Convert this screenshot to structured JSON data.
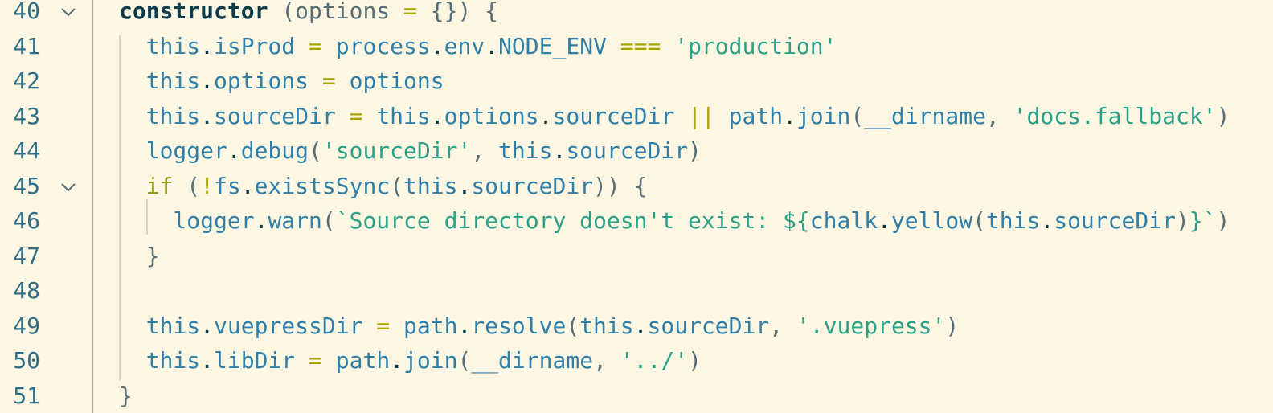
{
  "editor": {
    "lines": [
      {
        "number": "40",
        "fold": true
      },
      {
        "number": "41",
        "fold": false
      },
      {
        "number": "42",
        "fold": false
      },
      {
        "number": "43",
        "fold": false
      },
      {
        "number": "44",
        "fold": false
      },
      {
        "number": "45",
        "fold": true
      },
      {
        "number": "46",
        "fold": false
      },
      {
        "number": "47",
        "fold": false
      },
      {
        "number": "48",
        "fold": false
      },
      {
        "number": "49",
        "fold": false
      },
      {
        "number": "50",
        "fold": false
      },
      {
        "number": "51",
        "fold": false
      }
    ],
    "code": {
      "l40": [
        {
          "t": "constructor",
          "c": "kw"
        },
        {
          "t": " (options ",
          "c": "br"
        },
        {
          "t": "=",
          "c": "op"
        },
        {
          "t": " {}) {",
          "c": "br"
        }
      ],
      "l41": [
        {
          "t": "  this",
          "c": "id"
        },
        {
          "t": ".",
          "c": "pn"
        },
        {
          "t": "isProd",
          "c": "id"
        },
        {
          "t": " = ",
          "c": "op"
        },
        {
          "t": "process",
          "c": "id"
        },
        {
          "t": ".",
          "c": "pn"
        },
        {
          "t": "env",
          "c": "id"
        },
        {
          "t": ".",
          "c": "pn"
        },
        {
          "t": "NODE_ENV",
          "c": "id"
        },
        {
          "t": " === ",
          "c": "op"
        },
        {
          "t": "'production'",
          "c": "str"
        }
      ],
      "l42": [
        {
          "t": "  this",
          "c": "id"
        },
        {
          "t": ".",
          "c": "pn"
        },
        {
          "t": "options",
          "c": "id"
        },
        {
          "t": " = ",
          "c": "op"
        },
        {
          "t": "options",
          "c": "id"
        }
      ],
      "l43": [
        {
          "t": "  this",
          "c": "id"
        },
        {
          "t": ".",
          "c": "pn"
        },
        {
          "t": "sourceDir",
          "c": "id"
        },
        {
          "t": " = ",
          "c": "op"
        },
        {
          "t": "this",
          "c": "id"
        },
        {
          "t": ".",
          "c": "pn"
        },
        {
          "t": "options",
          "c": "id"
        },
        {
          "t": ".",
          "c": "pn"
        },
        {
          "t": "sourceDir",
          "c": "id"
        },
        {
          "t": " || ",
          "c": "op"
        },
        {
          "t": "path",
          "c": "id"
        },
        {
          "t": ".",
          "c": "pn"
        },
        {
          "t": "join",
          "c": "id"
        },
        {
          "t": "(",
          "c": "br"
        },
        {
          "t": "__dirname",
          "c": "id"
        },
        {
          "t": ", ",
          "c": "br"
        },
        {
          "t": "'docs.fallback'",
          "c": "str"
        },
        {
          "t": ")",
          "c": "br"
        }
      ],
      "l44": [
        {
          "t": "  logger",
          "c": "id"
        },
        {
          "t": ".",
          "c": "pn"
        },
        {
          "t": "debug",
          "c": "id"
        },
        {
          "t": "(",
          "c": "br"
        },
        {
          "t": "'sourceDir'",
          "c": "str"
        },
        {
          "t": ", ",
          "c": "br"
        },
        {
          "t": "this",
          "c": "id"
        },
        {
          "t": ".",
          "c": "pn"
        },
        {
          "t": "sourceDir",
          "c": "id"
        },
        {
          "t": ")",
          "c": "br"
        }
      ],
      "l45": [
        {
          "t": "  if",
          "c": "ctl"
        },
        {
          "t": " (",
          "c": "br"
        },
        {
          "t": "!",
          "c": "op"
        },
        {
          "t": "fs",
          "c": "id"
        },
        {
          "t": ".",
          "c": "pn"
        },
        {
          "t": "existsSync",
          "c": "id"
        },
        {
          "t": "(",
          "c": "br"
        },
        {
          "t": "this",
          "c": "id"
        },
        {
          "t": ".",
          "c": "pn"
        },
        {
          "t": "sourceDir",
          "c": "id"
        },
        {
          "t": ")) {",
          "c": "br"
        }
      ],
      "l46": [
        {
          "t": "    logger",
          "c": "id"
        },
        {
          "t": ".",
          "c": "pn"
        },
        {
          "t": "warn",
          "c": "id"
        },
        {
          "t": "(",
          "c": "br"
        },
        {
          "t": "`Source directory doesn't exist: ",
          "c": "str"
        },
        {
          "t": "${",
          "c": "str"
        },
        {
          "t": "chalk",
          "c": "id"
        },
        {
          "t": ".",
          "c": "pn"
        },
        {
          "t": "yellow",
          "c": "id"
        },
        {
          "t": "(",
          "c": "br"
        },
        {
          "t": "this",
          "c": "id"
        },
        {
          "t": ".",
          "c": "pn"
        },
        {
          "t": "sourceDir",
          "c": "id"
        },
        {
          "t": ")",
          "c": "br"
        },
        {
          "t": "}`",
          "c": "str"
        },
        {
          "t": ")",
          "c": "br"
        }
      ],
      "l47": [
        {
          "t": "  }",
          "c": "br"
        }
      ],
      "l48": [],
      "l49": [
        {
          "t": "  this",
          "c": "id"
        },
        {
          "t": ".",
          "c": "pn"
        },
        {
          "t": "vuepressDir",
          "c": "id"
        },
        {
          "t": " = ",
          "c": "op"
        },
        {
          "t": "path",
          "c": "id"
        },
        {
          "t": ".",
          "c": "pn"
        },
        {
          "t": "resolve",
          "c": "id"
        },
        {
          "t": "(",
          "c": "br"
        },
        {
          "t": "this",
          "c": "id"
        },
        {
          "t": ".",
          "c": "pn"
        },
        {
          "t": "sourceDir",
          "c": "id"
        },
        {
          "t": ", ",
          "c": "br"
        },
        {
          "t": "'.vuepress'",
          "c": "str"
        },
        {
          "t": ")",
          "c": "br"
        }
      ],
      "l50": [
        {
          "t": "  this",
          "c": "id"
        },
        {
          "t": ".",
          "c": "pn"
        },
        {
          "t": "libDir",
          "c": "id"
        },
        {
          "t": " = ",
          "c": "op"
        },
        {
          "t": "path",
          "c": "id"
        },
        {
          "t": ".",
          "c": "pn"
        },
        {
          "t": "join",
          "c": "id"
        },
        {
          "t": "(",
          "c": "br"
        },
        {
          "t": "__dirname",
          "c": "id"
        },
        {
          "t": ", ",
          "c": "br"
        },
        {
          "t": "'../'",
          "c": "str"
        },
        {
          "t": ")",
          "c": "br"
        }
      ],
      "l51": [
        {
          "t": "}",
          "c": "br"
        }
      ]
    },
    "icons": {
      "fold": "chevron-down-icon"
    }
  }
}
